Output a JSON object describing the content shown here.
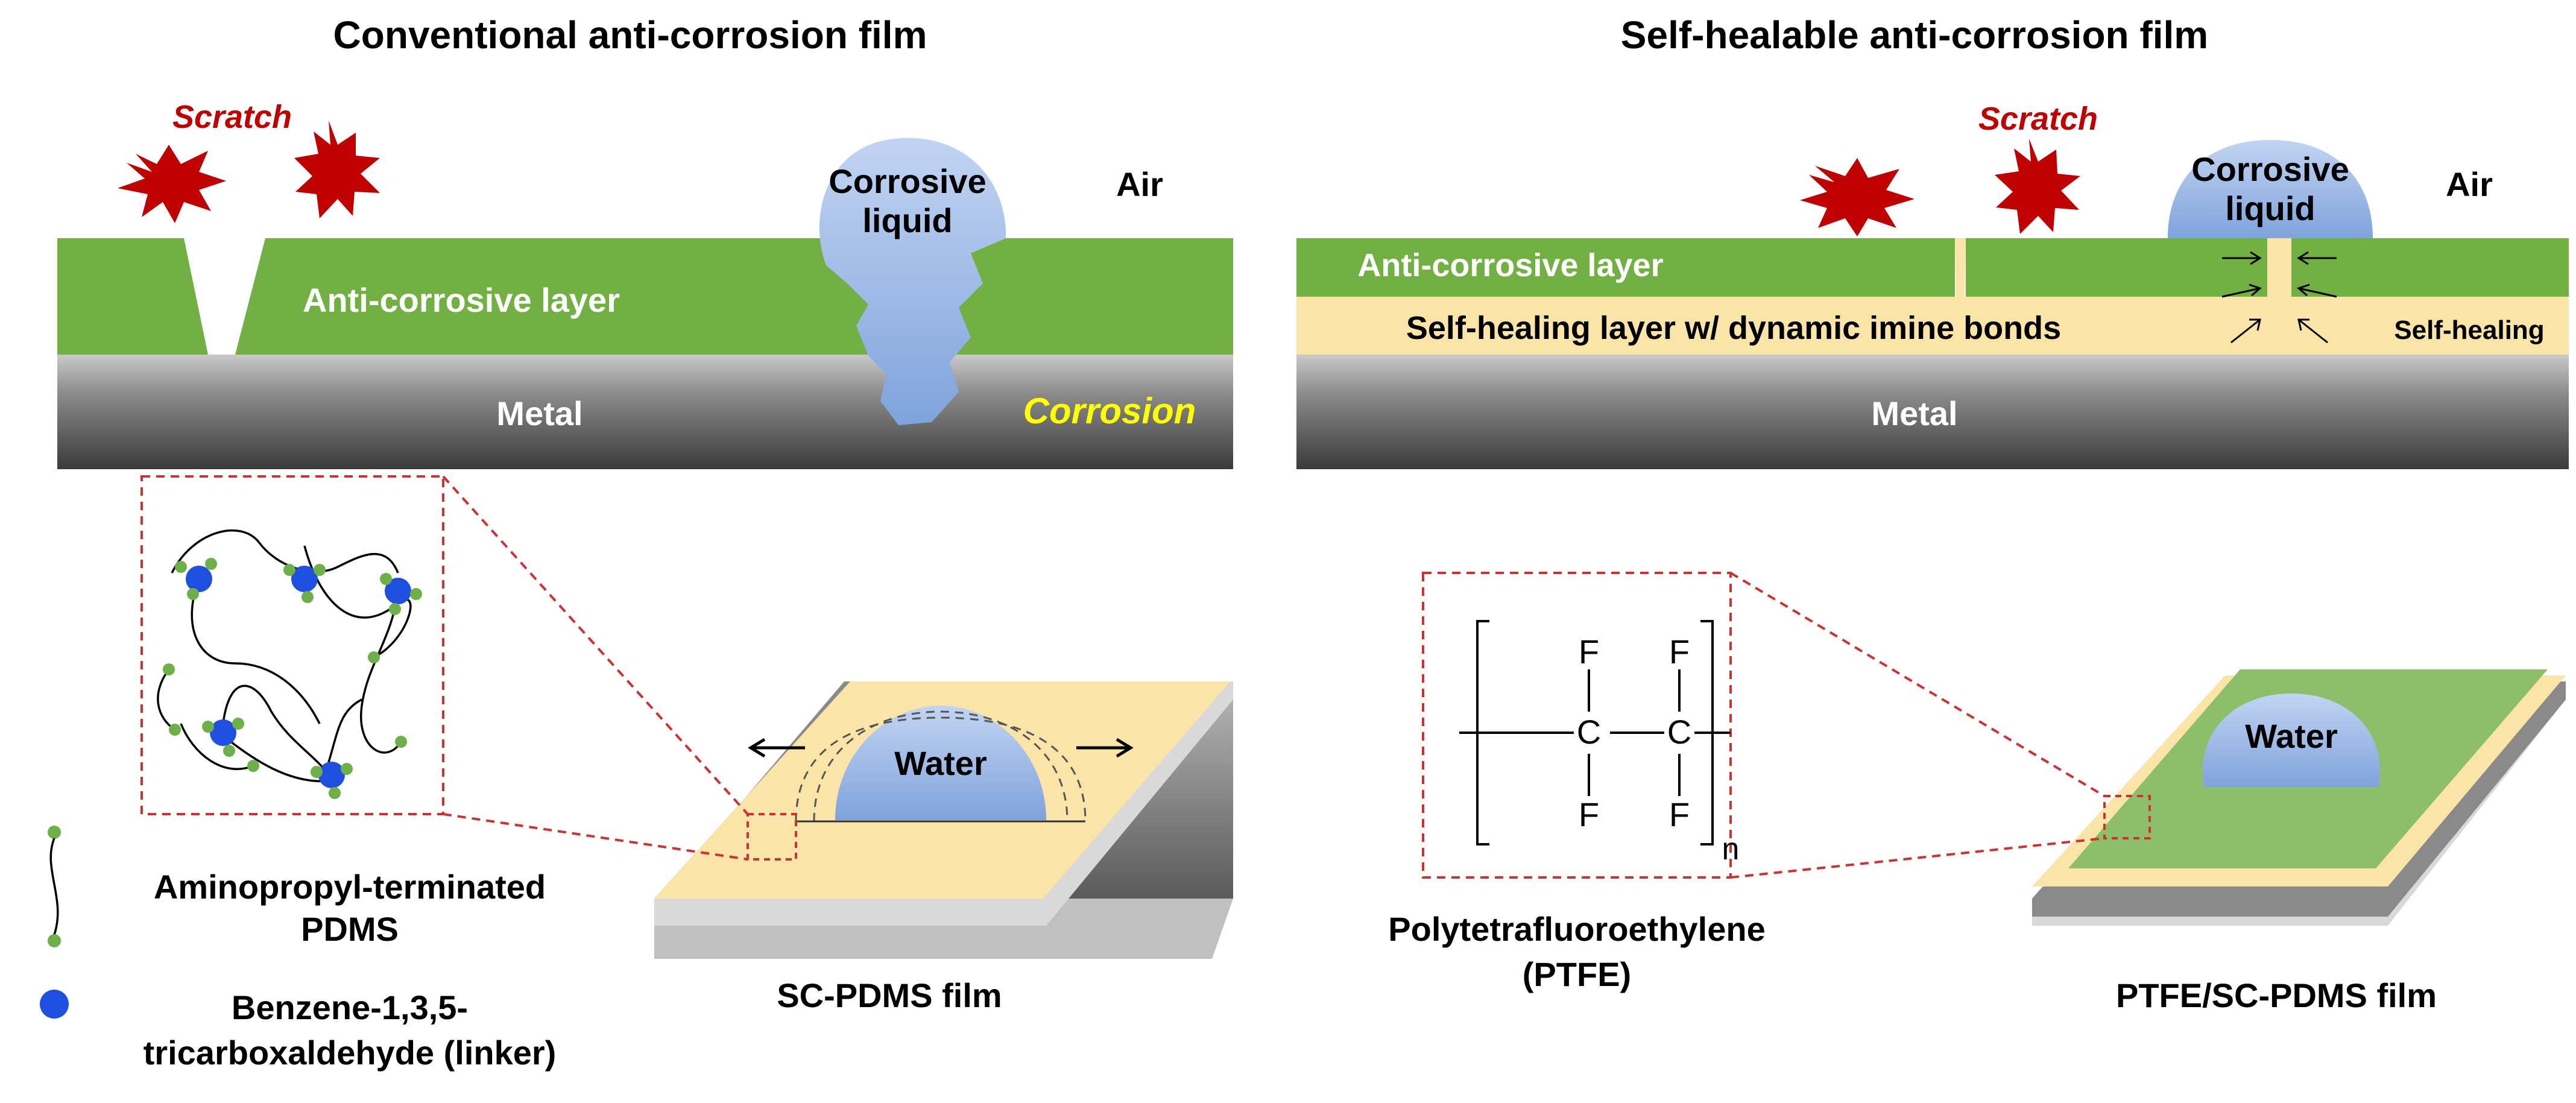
{
  "conventional": {
    "title": "Conventional anti-corrosion film",
    "scratch": "Scratch",
    "drop_line1": "Corrosive",
    "drop_line2": "liquid",
    "air": "Air",
    "layer": "Anti-corrosive layer",
    "metal": "Metal",
    "corrosion": "Corrosion"
  },
  "selfhealable": {
    "title": "Self-healable anti-corrosion film",
    "scratch": "Scratch",
    "drop_line1": "Corrosive",
    "drop_line2": "liquid",
    "air": "Air",
    "layer": "Anti-corrosive layer",
    "healing_layer": "Self-healing layer w/ dynamic imine bonds",
    "self_healing": "Self-healing",
    "metal": "Metal"
  },
  "network": {
    "legend_chain_line1": "Aminopropyl-terminated",
    "legend_chain_line2": "PDMS",
    "legend_linker_line1": "Benzene-1,3,5-",
    "legend_linker_line2": "tricarboxaldehyde (linker)",
    "film_label": "SC-PDMS film",
    "water": "Water"
  },
  "ptfe": {
    "atom_f": "F",
    "atom_c": "C",
    "subscript_n": "n",
    "name_line1": "Polytetrafluoroethylene",
    "name_line2": "(PTFE)",
    "film_label": "PTFE/SC-PDMS film",
    "water": "Water"
  },
  "colors": {
    "green_layer": "#72b043",
    "yellow_layer": "#fbe4a8",
    "metal_dark": "#454545",
    "droplet": "#8fb1e1",
    "scratch_red": "#c00000",
    "corrosion_yellow": "#ffff00",
    "linker_blue": "#1f4fe0",
    "amine_green": "#6db04a",
    "dash_red": "#d03030"
  }
}
